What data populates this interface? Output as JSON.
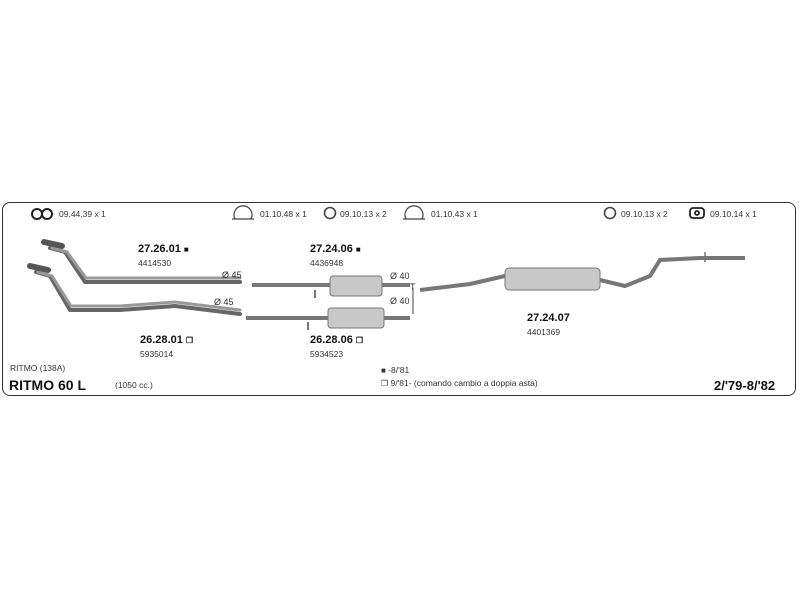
{
  "hardware": [
    {
      "icon": "gasket-icon",
      "label": "09.44.39 x 1"
    },
    {
      "icon": "clamp-icon",
      "label": "01.10.48 x 1"
    },
    {
      "icon": "ring-icon",
      "label": "09.10.13 x 2"
    },
    {
      "icon": "clamp-icon",
      "label": "01.10.43 x 1"
    },
    {
      "icon": "ring-icon",
      "label": "09.10.13 x 2"
    },
    {
      "icon": "rubber-mount-icon",
      "label": "09.10.14 x 1"
    }
  ],
  "parts": {
    "p1": {
      "code": "27.26.01",
      "marker": "■",
      "oem": "4414530"
    },
    "p2": {
      "code": "27.24.06",
      "marker": "■",
      "oem": "4436948"
    },
    "p3": {
      "code": "26.28.01",
      "marker": "❐",
      "oem": "5935014"
    },
    "p4": {
      "code": "26.28.06",
      "marker": "❐",
      "oem": "5934523"
    },
    "p5": {
      "code": "27.24.07",
      "oem": "4401369"
    }
  },
  "diameters": {
    "d1": "Ø 45",
    "d2": "Ø 45",
    "d3": "Ø 40",
    "d4": "Ø 40"
  },
  "tee_marker": "T",
  "vehicle": {
    "model_code": "RITMO (138A)",
    "name": "RITMO 60 L",
    "engine": "(1050 cc.)",
    "years": "2/'79-8/'82"
  },
  "legend": [
    {
      "marker": "■",
      "text": "-8/'81"
    },
    {
      "marker": "❐",
      "text": "9/'81- (comando cambio a doppia asta)"
    }
  ]
}
